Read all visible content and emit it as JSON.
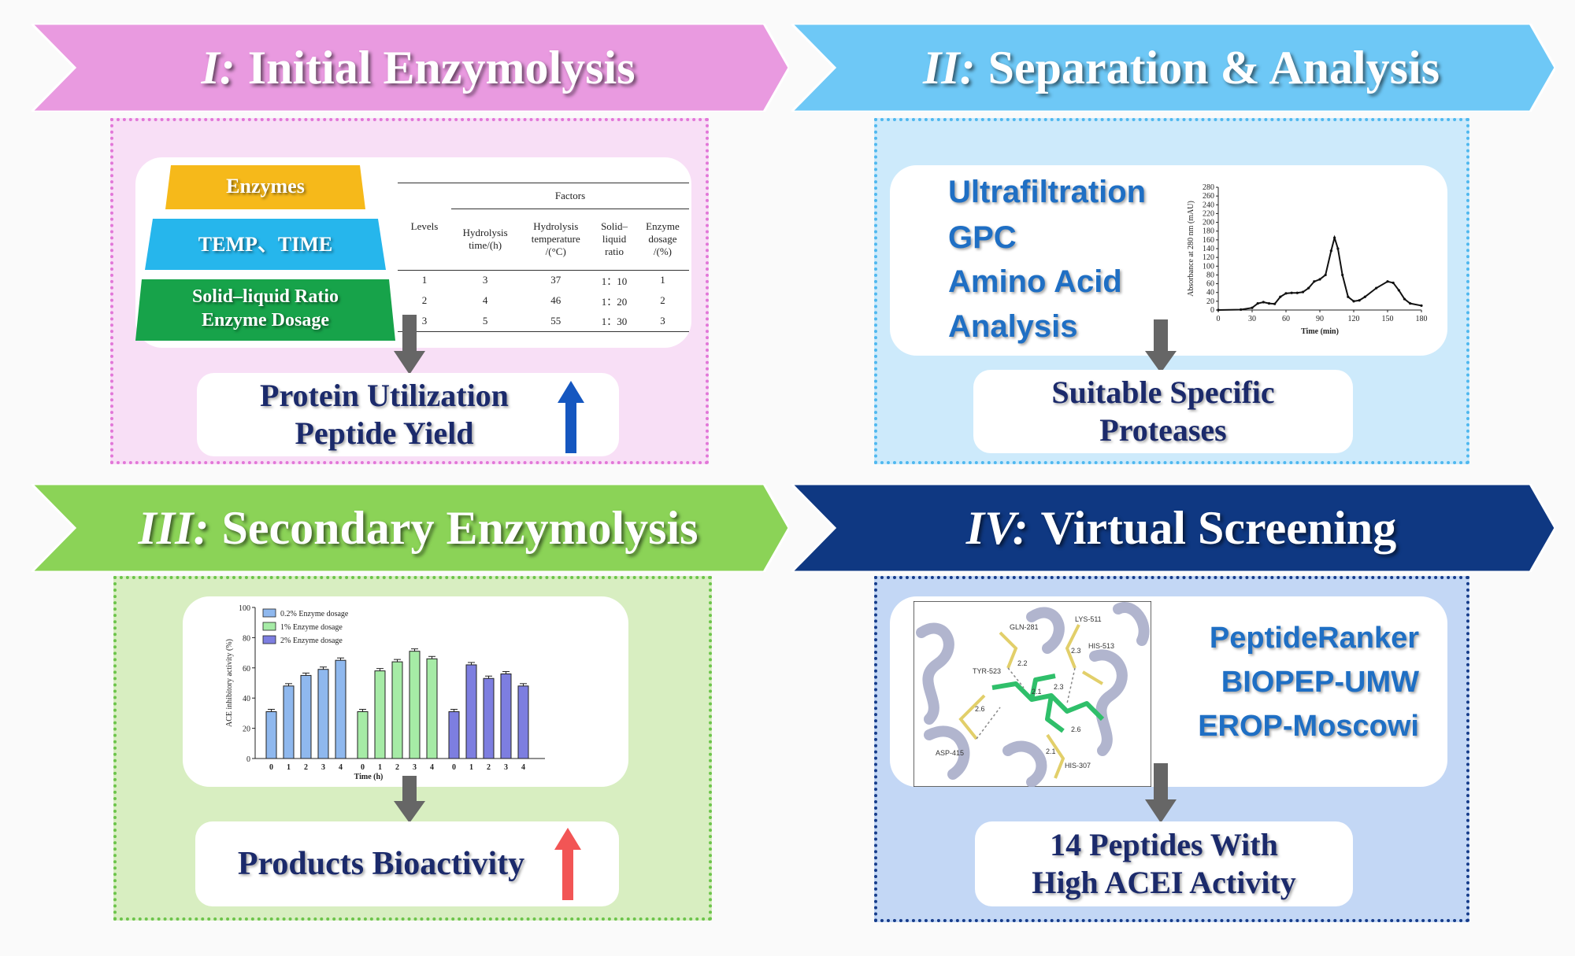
{
  "colors": {
    "s1": "#e99ae0",
    "s1_panel": "#f8dff6",
    "s2": "#6ec8f6",
    "s2_panel": "#cdeafb",
    "s3": "#8bd357",
    "s3_panel": "#d8eec1",
    "s4": "#0f3882",
    "s4_panel": "#c3d7f5",
    "arrow_blue": "#1557c0",
    "arrow_red": "#f25555"
  },
  "sections": {
    "s1": {
      "num": "I:",
      "title": "Initial Enzymolysis",
      "pyramid": [
        "Enzymes",
        "TEMP、TIME",
        "Solid–liquid Ratio",
        "Enzyme Dosage"
      ],
      "table": {
        "factors_label": "Factors",
        "levels_label": "Levels",
        "headers": [
          [
            "Hydrolysis",
            "time/(h)"
          ],
          [
            "Hydrolysis",
            "temperature",
            "/(°C)"
          ],
          [
            "Solid–",
            "liquid",
            "ratio"
          ],
          [
            "Enzyme",
            "dosage",
            "/(%)"
          ]
        ],
        "rows": [
          [
            "1",
            "3",
            "37",
            "1：10",
            "1"
          ],
          [
            "2",
            "4",
            "46",
            "1：20",
            "2"
          ],
          [
            "3",
            "5",
            "55",
            "1：30",
            "3"
          ]
        ]
      },
      "outcome": [
        "Protein Utilization",
        "Peptide Yield"
      ]
    },
    "s2": {
      "num": "II:",
      "title": "Separation & Analysis",
      "methods": [
        "Ultrafiltration",
        "GPC",
        "Amino Acid",
        "Analysis"
      ],
      "outcome": [
        "Suitable Specific",
        "Proteases"
      ]
    },
    "s3": {
      "num": "III:",
      "title": "Secondary Enzymolysis",
      "outcome": [
        "Products Bioactivity"
      ]
    },
    "s4": {
      "num": "IV:",
      "title": "Virtual Screening",
      "tools": [
        "PeptideRanker",
        "BIOPEP-UMW",
        "EROP-Moscowi"
      ],
      "molecule_labels": [
        "GLN-281",
        "LYS-511",
        "HIS-513",
        "TYR-523",
        "ASP-415",
        "HIS-307",
        "2.2",
        "2.3",
        "2.3",
        "2.1",
        "2.6",
        "2.1",
        "2.6"
      ],
      "outcome": [
        "14 Peptides With",
        "High ACEI Activity"
      ]
    }
  },
  "chart_data": [
    {
      "type": "line",
      "xlabel": "Time (min)",
      "ylabel": "Absorbance at 280 nm (mAU)",
      "xlim": [
        0,
        180
      ],
      "ylim": [
        0,
        280
      ],
      "xticks": [
        0,
        30,
        60,
        90,
        120,
        150,
        180
      ],
      "yticks": [
        0,
        20,
        40,
        60,
        80,
        100,
        120,
        140,
        160,
        180,
        200,
        220,
        240,
        260,
        280
      ],
      "x": [
        0,
        20,
        30,
        35,
        40,
        45,
        50,
        55,
        60,
        65,
        70,
        75,
        80,
        85,
        90,
        95,
        100,
        103,
        106,
        110,
        115,
        120,
        125,
        130,
        140,
        150,
        155,
        160,
        165,
        170,
        180
      ],
      "y": [
        0,
        1,
        5,
        15,
        18,
        15,
        14,
        30,
        38,
        39,
        39,
        41,
        50,
        65,
        70,
        80,
        135,
        165,
        140,
        80,
        30,
        20,
        22,
        30,
        50,
        65,
        62,
        45,
        25,
        15,
        10
      ]
    },
    {
      "type": "bar",
      "ylabel": "ACE inhibitory activity (%)",
      "xlabel": "Time (h)",
      "ylim": [
        0,
        100
      ],
      "yticks": [
        0,
        20,
        40,
        60,
        80,
        100
      ],
      "categories": [
        "0",
        "1",
        "2",
        "3",
        "4"
      ],
      "series": [
        {
          "name": "0.2% Enzyme dosage",
          "color": "#8fb8ee",
          "values": [
            31,
            48,
            55,
            59,
            65
          ]
        },
        {
          "name": "1% Enzyme dosage",
          "color": "#a6eba6",
          "values": [
            31,
            58,
            64,
            71,
            66
          ]
        },
        {
          "name": "2% Enzyme dosage",
          "color": "#7d7ee0",
          "values": [
            31,
            62,
            53,
            56,
            48
          ]
        }
      ]
    }
  ]
}
